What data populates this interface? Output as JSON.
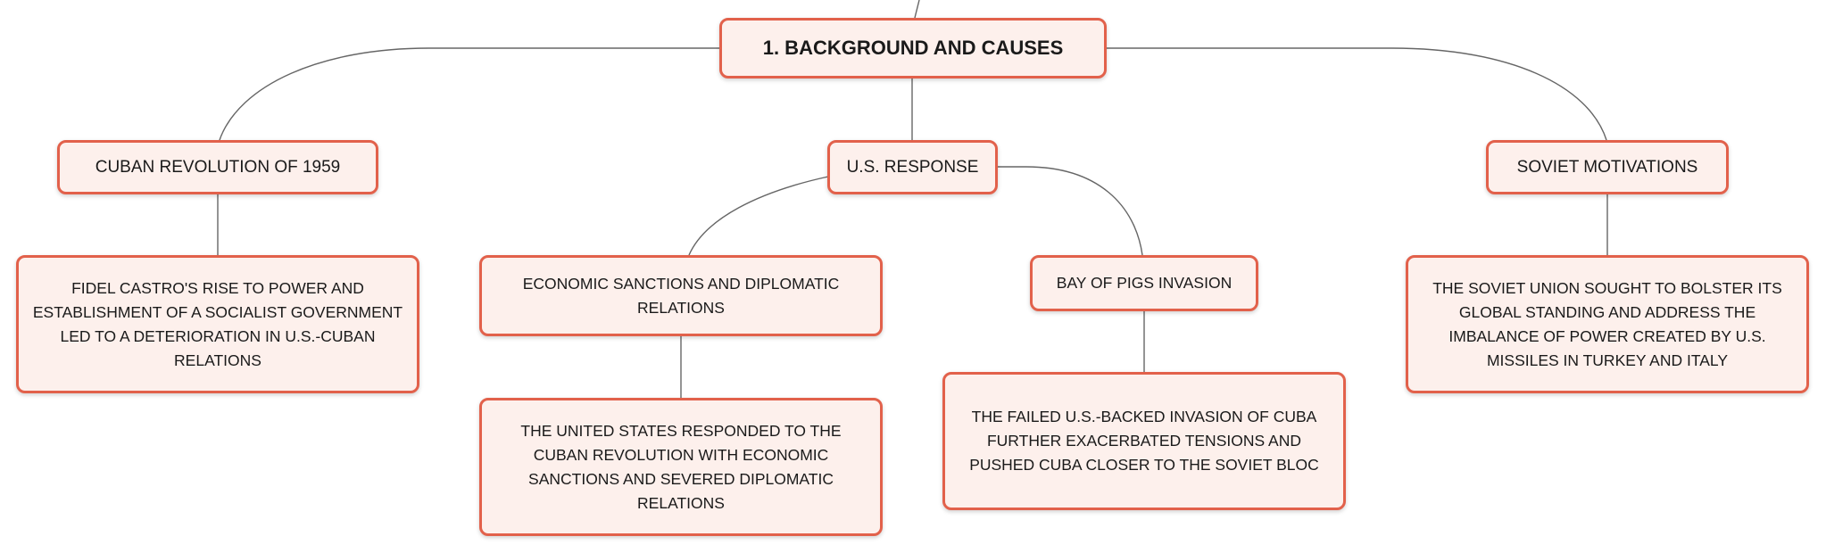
{
  "root": {
    "label": "1. BACKGROUND AND CAUSES"
  },
  "branches": [
    {
      "label": "CUBAN REVOLUTION OF 1959",
      "detail": "FIDEL CASTRO'S RISE TO POWER AND ESTABLISHMENT OF A SOCIALIST GOVERNMENT LED TO A DETERIORATION IN U.S.-CUBAN RELATIONS"
    },
    {
      "label": "U.S. RESPONSE",
      "children": [
        {
          "label": "ECONOMIC SANCTIONS AND DIPLOMATIC RELATIONS",
          "detail": "THE UNITED STATES RESPONDED TO THE CUBAN REVOLUTION WITH ECONOMIC SANCTIONS AND SEVERED DIPLOMATIC RELATIONS"
        },
        {
          "label": "BAY OF PIGS INVASION",
          "detail": "THE FAILED U.S.-BACKED INVASION OF CUBA FURTHER EXACERBATED TENSIONS AND PUSHED CUBA CLOSER TO THE SOVIET BLOC"
        }
      ]
    },
    {
      "label": "SOVIET MOTIVATIONS",
      "detail": "THE SOVIET UNION SOUGHT TO BOLSTER ITS GLOBAL STANDING AND ADDRESS THE IMBALANCE OF POWER CREATED BY U.S. MISSILES IN TURKEY AND ITALY"
    }
  ],
  "colors": {
    "node_border": "#e2614b",
    "node_fill": "#fdf0ec",
    "connector": "#666666",
    "text": "#1a1a1a"
  }
}
